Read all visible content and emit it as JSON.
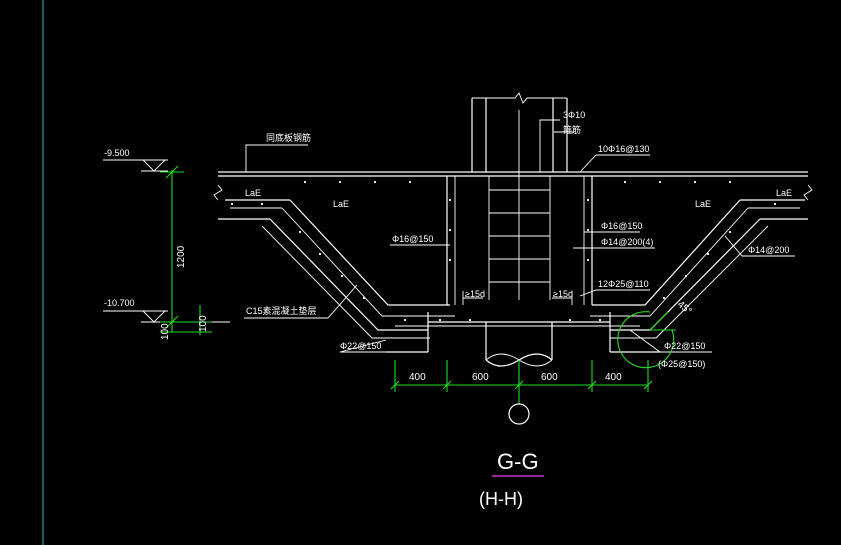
{
  "section_title": "G-G",
  "section_subtitle": "(H-H)",
  "elevations": {
    "top": "-9.500",
    "bottom": "-10.700"
  },
  "vertical_dims": {
    "depth": "1200",
    "bottom_a": "100",
    "bottom_b": "100"
  },
  "horizontal_dims": [
    "400",
    "600",
    "600",
    "400"
  ],
  "annotations": {
    "top_left_note": "同底板钢筋",
    "column_bar": "3Φ10",
    "stirrup": "箍筋",
    "top_bar": "10Φ16@130",
    "lae_1": "LaE",
    "lae_2": "LaE",
    "lae_3": "LaE",
    "lae_4": "LaE",
    "bar_left_inner": "Φ16@150",
    "bar_right_1": "Φ16@150",
    "bar_right_2": "Φ14@200(4)",
    "bar_right_slope": "Φ14@200",
    "bar_bottom": "12Φ25@110",
    "hook_left": "≥15d",
    "hook_right": "≥15d",
    "cushion": "C15素混凝土垫层",
    "bottom_left_bar": "Φ22@150",
    "bottom_right_bar_1": "Φ22@150",
    "bottom_right_bar_2": "(Φ25@150)",
    "angle": "45°"
  },
  "colors": {
    "background": "#000000",
    "linework": "#ffffff",
    "dimension": "#22dd22",
    "frame": "#3fb8c8",
    "title_underline": "#cc33cc"
  }
}
